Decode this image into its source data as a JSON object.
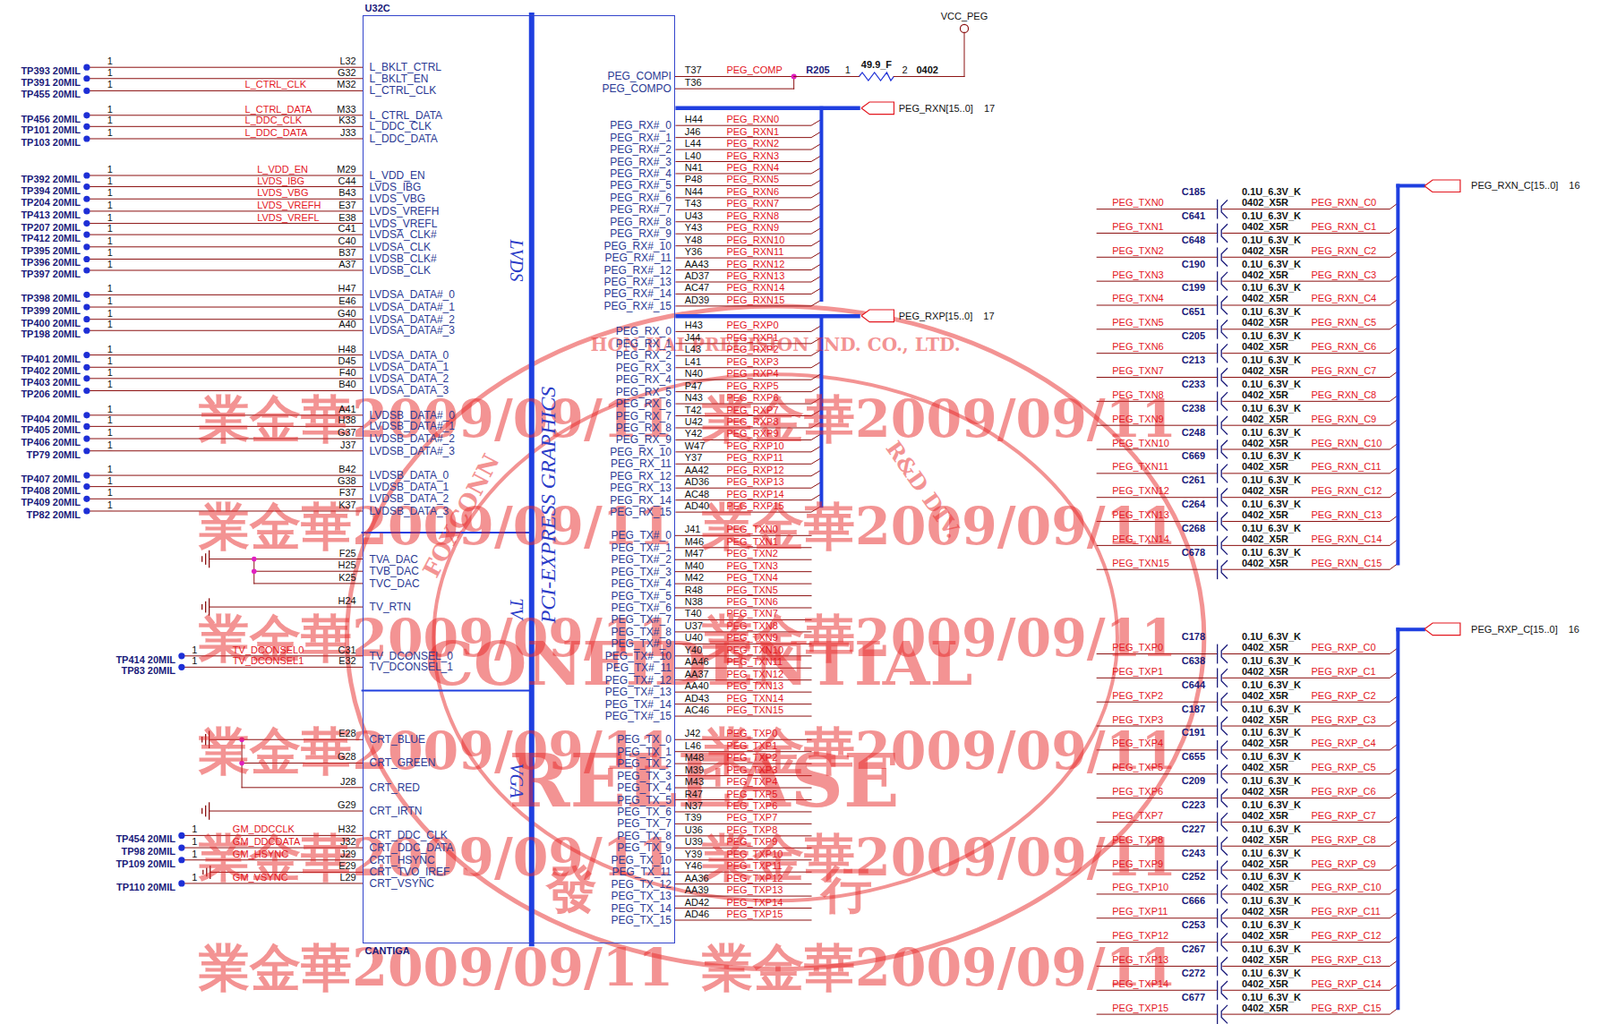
{
  "diagram": {
    "nodes": [
      {
        "text": [
          "U32C",
          "CANTIGA"
        ]
      },
      {
        "text": [
          "PEG_RXN[15..0]"
        ]
      },
      {
        "text": [
          "PEG_RXP[15..0]"
        ]
      },
      {
        "text": [
          "PEG_RXN_C[15..0]"
        ]
      },
      {
        "text": [
          "PEG_RXP_C[15..0]"
        ]
      }
    ],
    "edges": [
      {
        "from": 0,
        "to": 1,
        "arrow": "none"
      },
      {
        "from": 0,
        "to": 2,
        "arrow": "none"
      }
    ],
    "labels": [
      "L32",
      "L_BKLT_CTRL",
      "TP393 20MIL",
      "1",
      "G32",
      "L_BKLT_EN",
      "TP391 20MIL",
      "1",
      "M32",
      "L_CTRL_CLK",
      "TP455 20MIL",
      "1",
      "L_CTRL_CLK",
      "M33",
      "L_CTRL_DATA",
      "TP456 20MIL",
      "1",
      "L_CTRL_DATA",
      "K33",
      "L_DDC_CLK",
      "TP101 20MIL",
      "1",
      "L_DDC_CLK",
      "J33",
      "L_DDC_DATA",
      "TP103 20MIL",
      "1",
      "L_DDC_DATA",
      "M29",
      "L_VDD_EN",
      "TP392 20MIL",
      "1",
      "L_VDD_EN",
      "C44",
      "LVDS_IBG",
      "TP394 20MIL",
      "1",
      "LVDS_IBG",
      "B43",
      "LVDS_VBG",
      "TP204 20MIL",
      "1",
      "LVDS_VBG",
      "E37",
      "LVDS_VREFH",
      "TP413 20MIL",
      "1",
      "LVDS_VREFH",
      "E38",
      "LVDS_VREFL",
      "TP207 20MIL",
      "1",
      "LVDS_VREFL",
      "C41",
      "LVDSA_CLK#",
      "TP412 20MIL",
      "1",
      "C40",
      "LVDSA_CLK",
      "TP395 20MIL",
      "1",
      "B37",
      "LVDSB_CLK#",
      "TP396 20MIL",
      "1",
      "A37",
      "LVDSB_CLK",
      "TP397 20MIL",
      "1",
      "H47",
      "LVDSA_DATA#_0",
      "TP398 20MIL",
      "1",
      "E46",
      "LVDSA_DATA#_1",
      "TP399 20MIL",
      "1",
      "G40",
      "LVDSA_DATA#_2",
      "TP400 20MIL",
      "1",
      "A40",
      "LVDSA_DATA#_3",
      "TP198 20MIL",
      "1",
      "H48",
      "LVDSA_DATA_0",
      "TP401 20MIL",
      "1",
      "D45",
      "LVDSA_DATA_1",
      "TP402 20MIL",
      "1",
      "F40",
      "LVDSA_DATA_2",
      "TP403 20MIL",
      "1",
      "B40",
      "LVDSA_DATA_3",
      "TP206 20MIL",
      "1",
      "A41",
      "LVDSB_DATA#_0",
      "TP404 20MIL",
      "1",
      "H38",
      "LVDSB_DATA#_1",
      "TP405 20MIL",
      "1",
      "G37",
      "LVDSB_DATA#_2",
      "TP406 20MIL",
      "1",
      "J37",
      "LVDSB_DATA#_3",
      "TP79 20MIL",
      "1",
      "B42",
      "LVDSB_DATA_0",
      "TP407 20MIL",
      "1",
      "G38",
      "LVDSB_DATA_1",
      "TP408 20MIL",
      "1",
      "F37",
      "LVDSB_DATA_2",
      "TP409 20MIL",
      "1",
      "K37",
      "LVDSB_DATA_3",
      "TP82 20MIL",
      "1",
      "F25",
      "TVA_DAC",
      "H25",
      "TVB_DAC",
      "K25",
      "TVC_DAC",
      "H24",
      "TV_RTN",
      "C31",
      "TV_DCONSEL_0",
      "TP414 20MIL",
      "1",
      "TV_DCONSEL0",
      "E32",
      "TV_DCONSEL_1",
      "TP83 20MIL",
      "1",
      "TV_DCONSEL1",
      "E28",
      "CRT_BLUE",
      "G28",
      "CRT_GREEN",
      "J28",
      "CRT_RED",
      "G29",
      "CRT_IRTN",
      "H32",
      "CRT_DDC_CLK",
      "TP454 20MIL",
      "1",
      "GM_DDCCLK",
      "J32",
      "CRT_DDC_DATA",
      "TP98 20MIL",
      "1",
      "GM_DDCDATA",
      "J29",
      "CRT_HSYNC",
      "TP109 20MIL",
      "1",
      "GM_HSYNC",
      "E29",
      "CRT_TVO_IREF",
      "L29",
      "CRT_VSYNC",
      "TP110 20MIL",
      "1",
      "GM_VSYNC",
      "VCC_PEG",
      "PEG_COMPI",
      "T37",
      "PEG_COMP",
      "R205",
      "1",
      "49.9_F",
      "2",
      "0402",
      "PEG_COMPO",
      "T36",
      "PEG_RX#_0",
      "H44",
      "PEG_RXN0",
      "PEG_RX#_1",
      "J46",
      "PEG_RXN1",
      "PEG_RX#_2",
      "L44",
      "PEG_RXN2",
      "PEG_RX#_3",
      "L40",
      "PEG_RXN3",
      "PEG_RX#_4",
      "N41",
      "PEG_RXN4",
      "PEG_RX#_5",
      "P48",
      "PEG_RXN5",
      "PEG_RX#_6",
      "N44",
      "PEG_RXN6",
      "PEG_RX#_7",
      "T43",
      "PEG_RXN7",
      "PEG_RX#_8",
      "U43",
      "PEG_RXN8",
      "PEG_RX#_9",
      "Y43",
      "PEG_RXN9",
      "PEG_RX#_10",
      "Y48",
      "PEG_RXN10",
      "PEG_RX#_11",
      "Y36",
      "PEG_RXN11",
      "PEG_RX#_12",
      "AA43",
      "PEG_RXN12",
      "PEG_RX#_13",
      "AD37",
      "PEG_RXN13",
      "PEG_RX#_14",
      "AC47",
      "PEG_RXN14",
      "PEG_RX#_15",
      "AD39",
      "PEG_RXN15",
      "PEG_RX_0",
      "H43",
      "PEG_RXP0",
      "PEG_RX_1",
      "J44",
      "PEG_RXP1",
      "PEG_RX_2",
      "L43",
      "PEG_RXP2",
      "PEG_RX_3",
      "L41",
      "PEG_RXP3",
      "PEG_RX_4",
      "N40",
      "PEG_RXP4",
      "PEG_RX_5",
      "P47",
      "PEG_RXP5",
      "PEG_RX_6",
      "N43",
      "PEG_RXP6",
      "PEG_RX_7",
      "T42",
      "PEG_RXP7",
      "PEG_RX_8",
      "U42",
      "PEG_RXP8",
      "PEG_RX_9",
      "Y42",
      "PEG_RXP9",
      "PEG_RX_10",
      "W47",
      "PEG_RXP10",
      "PEG_RX_11",
      "Y37",
      "PEG_RXP11",
      "PEG_RX_12",
      "AA42",
      "PEG_RXP12",
      "PEG_RX_13",
      "AD36",
      "PEG_RXP13",
      "PEG_RX_14",
      "AC48",
      "PEG_RXP14",
      "PEG_RX_15",
      "AD40",
      "PEG_RXP15",
      "PEG_TX#_0",
      "J41",
      "PEG_TXN0",
      "PEG_TX#_1",
      "M46",
      "PEG_TXN1",
      "PEG_TX#_2",
      "M47",
      "PEG_TXN2",
      "PEG_TX#_3",
      "M40",
      "PEG_TXN3",
      "PEG_TX#_4",
      "M42",
      "PEG_TXN4",
      "PEG_TX#_5",
      "R48",
      "PEG_TXN5",
      "PEG_TX#_6",
      "N38",
      "PEG_TXN6",
      "PEG_TX#_7",
      "T40",
      "PEG_TXN7",
      "PEG_TX#_8",
      "U37",
      "PEG_TXN8",
      "PEG_TX#_9",
      "U40",
      "PEG_TXN9",
      "PEG_TX#_10",
      "Y40",
      "PEG_TXN10",
      "PEG_TX#_11",
      "AA46",
      "PEG_TXN11",
      "PEG_TX#_12",
      "AA37",
      "PEG_TXN12",
      "PEG_TX#_13",
      "AA40",
      "PEG_TXN13",
      "PEG_TX#_14",
      "AD43",
      "PEG_TXN14",
      "PEG_TX#_15",
      "AC46",
      "PEG_TXN15",
      "PEG_TX_0",
      "J42",
      "PEG_TXP0",
      "PEG_TX_1",
      "L46",
      "PEG_TXP1",
      "PEG_TX_2",
      "M48",
      "PEG_TXP2",
      "PEG_TX_3",
      "M39",
      "PEG_TXP3",
      "PEG_TX_4",
      "M43",
      "PEG_TXP4",
      "PEG_TX_5",
      "R47",
      "PEG_TXP5",
      "PEG_TX_6",
      "N37",
      "PEG_TXP6",
      "PEG_TX_7",
      "T39",
      "PEG_TXP7",
      "PEG_TX_8",
      "U36",
      "PEG_TXP8",
      "PEG_TX_9",
      "U39",
      "PEG_TXP9",
      "PEG_TX_10",
      "Y39",
      "PEG_TXP10",
      "PEG_TX_11",
      "Y46",
      "PEG_TXP11",
      "PEG_TX_12",
      "AA36",
      "PEG_TXP12",
      "PEG_TX_13",
      "AA39",
      "PEG_TXP13",
      "PEG_TX_14",
      "AD42",
      "PEG_TXP14",
      "PEG_TX_15",
      "AD46",
      "PEG_TXP15",
      "C185",
      "0.1U_6.3V_K",
      "PEG_TXN0",
      "0402_X5R",
      "PEG_RXN_C0",
      "C641",
      "0.1U_6.3V_K",
      "PEG_TXN1",
      "0402_X5R",
      "PEG_RXN_C1",
      "C648",
      "0.1U_6.3V_K",
      "PEG_TXN2",
      "0402_X5R",
      "PEG_RXN_C2",
      "C190",
      "0.1U_6.3V_K",
      "PEG_TXN3",
      "0402_X5R",
      "PEG_RXN_C3",
      "C199",
      "0.1U_6.3V_K",
      "PEG_TXN4",
      "0402_X5R",
      "PEG_RXN_C4",
      "C651",
      "0.1U_6.3V_K",
      "PEG_TXN5",
      "0402_X5R",
      "PEG_RXN_C5",
      "C205",
      "0.1U_6.3V_K",
      "PEG_TXN6",
      "0402_X5R",
      "PEG_RXN_C6",
      "C213",
      "0.1U_6.3V_K",
      "PEG_TXN7",
      "0402_X5R",
      "PEG_RXN_C7",
      "C233",
      "0.1U_6.3V_K",
      "PEG_TXN8",
      "0402_X5R",
      "PEG_RXN_C8",
      "C238",
      "0.1U_6.3V_K",
      "PEG_TXN9",
      "0402_X5R",
      "PEG_RXN_C9",
      "C248",
      "0.1U_6.3V_K",
      "PEG_TXN10",
      "0402_X5R",
      "PEG_RXN_C10",
      "C669",
      "0.1U_6.3V_K",
      "PEG_TXN11",
      "0402_X5R",
      "PEG_RXN_C11",
      "C261",
      "0.1U_6.3V_K",
      "PEG_TXN12",
      "0402_X5R",
      "PEG_RXN_C12",
      "C264",
      "0.1U_6.3V_K",
      "PEG_TXN13",
      "0402_X5R",
      "PEG_RXN_C13",
      "C268",
      "0.1U_6.3V_K",
      "PEG_TXN14",
      "0402_X5R",
      "PEG_RXN_C14",
      "C678",
      "0.1U_6.3V_K",
      "PEG_TXN15",
      "0402_X5R",
      "PEG_RXN_C15",
      "C178",
      "0.1U_6.3V_K",
      "PEG_TXP0",
      "0402_X5R",
      "PEG_RXP_C0",
      "C638",
      "0.1U_6.3V_K",
      "PEG_TXP1",
      "0402_X5R",
      "PEG_RXP_C1",
      "C644",
      "0.1U_6.3V_K",
      "PEG_TXP2",
      "0402_X5R",
      "PEG_RXP_C2",
      "C187",
      "0.1U_6.3V_K",
      "PEG_TXP3",
      "0402_X5R",
      "PEG_RXP_C3",
      "C191",
      "0.1U_6.3V_K",
      "PEG_TXP4",
      "0402_X5R",
      "PEG_RXP_C4",
      "C655",
      "0.1U_6.3V_K",
      "PEG_TXP5",
      "0402_X5R",
      "PEG_RXP_C5",
      "C209",
      "0.1U_6.3V_K",
      "PEG_TXP6",
      "0402_X5R",
      "PEG_RXP_C6",
      "C223",
      "0.1U_6.3V_K",
      "PEG_TXP7",
      "0402_X5R",
      "PEG_RXP_C7",
      "C227",
      "0.1U_6.3V_K",
      "PEG_TXP8",
      "0402_X5R",
      "PEG_RXP_C8",
      "C243",
      "0.1U_6.3V_K",
      "PEG_TXP9",
      "0402_X5R",
      "PEG_RXP_C9",
      "C252",
      "0.1U_6.3V_K",
      "PEG_TXP10",
      "0402_X5R",
      "PEG_RXP_C10",
      "C666",
      "0.1U_6.3V_K",
      "PEG_TXP11",
      "0402_X5R",
      "PEG_RXP_C11",
      "C253",
      "0.1U_6.3V_K",
      "PEG_TXP12",
      "0402_X5R",
      "PEG_RXP_C12",
      "C267",
      "0.1U_6.3V_K",
      "PEG_TXP13",
      "0402_X5R",
      "PEG_RXP_C13",
      "C272",
      "0.1U_6.3V_K",
      "PEG_TXP14",
      "0402_X5R",
      "PEG_RXP_C14",
      "C677",
      "0.1U_6.3V_K",
      "PEG_TXP15",
      "0402_X5R",
      "PEG_RXP_C15",
      "17",
      "17",
      "16",
      "16",
      "LVDS",
      "TV",
      "VGA",
      "PCI-EXPRESS GRAPHICS",
      "業金華2009/09/11",
      "業金華2009/09/11",
      "業金華2009/09/11",
      "業金華2009/09/11",
      "業金華2009/09/11",
      "業金華2009/09/11",
      "業金華2009/09/11",
      "業金華2009/09/11",
      "業金華2009/09/11",
      "業金華2009/09/11",
      "業金華2009/09/11",
      "業金華2009/09/11",
      "HON HAI PRECISION IND. CO., LTD.",
      "FOXCONN",
      "R&D DIV.",
      "CONFIDENTIAL",
      "RELEASE",
      "發",
      "行"
    ]
  }
}
